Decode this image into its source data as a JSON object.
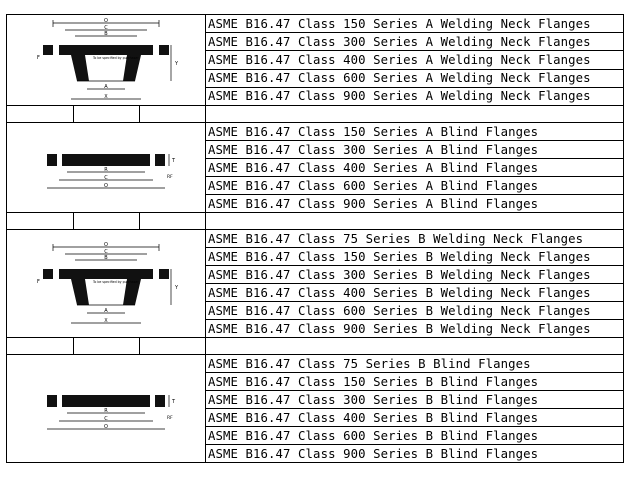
{
  "sections": [
    {
      "drawing": "weld-neck-flange-drawing",
      "drawing_note": "To be specified by purchaser",
      "items": [
        "ASME B16.47 Class 150 Series A Welding Neck Flanges",
        "ASME B16.47 Class 300 Series A Welding Neck Flanges",
        "ASME B16.47 Class 400 Series A Welding Neck Flanges",
        "ASME B16.47 Class 600 Series A Welding Neck Flanges",
        "ASME B16.47 Class 900 Series A Welding Neck Flanges"
      ]
    },
    {
      "drawing": "blind-flange-drawing",
      "items": [
        "ASME B16.47 Class 150 Series A Blind Flanges",
        "ASME B16.47 Class 300 Series A Blind Flanges",
        "ASME B16.47 Class 400 Series A Blind Flanges",
        "ASME B16.47 Class 600 Series A Blind Flanges",
        "ASME B16.47 Class 900 Series A Blind Flanges"
      ]
    },
    {
      "drawing": "weld-neck-flange-drawing",
      "drawing_note": "To be specified by purchaser",
      "items": [
        "ASME B16.47 Class 75 Series B Welding Neck Flanges",
        "ASME B16.47 Class 150 Series B Welding Neck Flanges",
        "ASME B16.47 Class 300 Series B Welding Neck Flanges",
        "ASME B16.47 Class 400 Series B Welding Neck Flanges",
        "ASME B16.47 Class 600 Series B Welding Neck Flanges",
        "ASME B16.47 Class 900 Series B Welding Neck Flanges"
      ]
    },
    {
      "drawing": "blind-flange-drawing",
      "items": [
        "ASME B16.47 Class 75 Series B Blind Flanges",
        "ASME B16.47 Class 150 Series B Blind Flanges",
        "ASME B16.47 Class 300 Series B Blind Flanges",
        "ASME B16.47 Class 400 Series B Blind Flanges",
        "ASME B16.47 Class 600 Series B Blind Flanges",
        "ASME B16.47 Class 900 Series B Blind Flanges"
      ]
    }
  ],
  "drawing_labels": {
    "weld": [
      "O",
      "C",
      "B",
      "A",
      "X",
      "Y",
      "F"
    ],
    "blind": [
      "R",
      "C",
      "O",
      "T",
      "RF"
    ]
  }
}
